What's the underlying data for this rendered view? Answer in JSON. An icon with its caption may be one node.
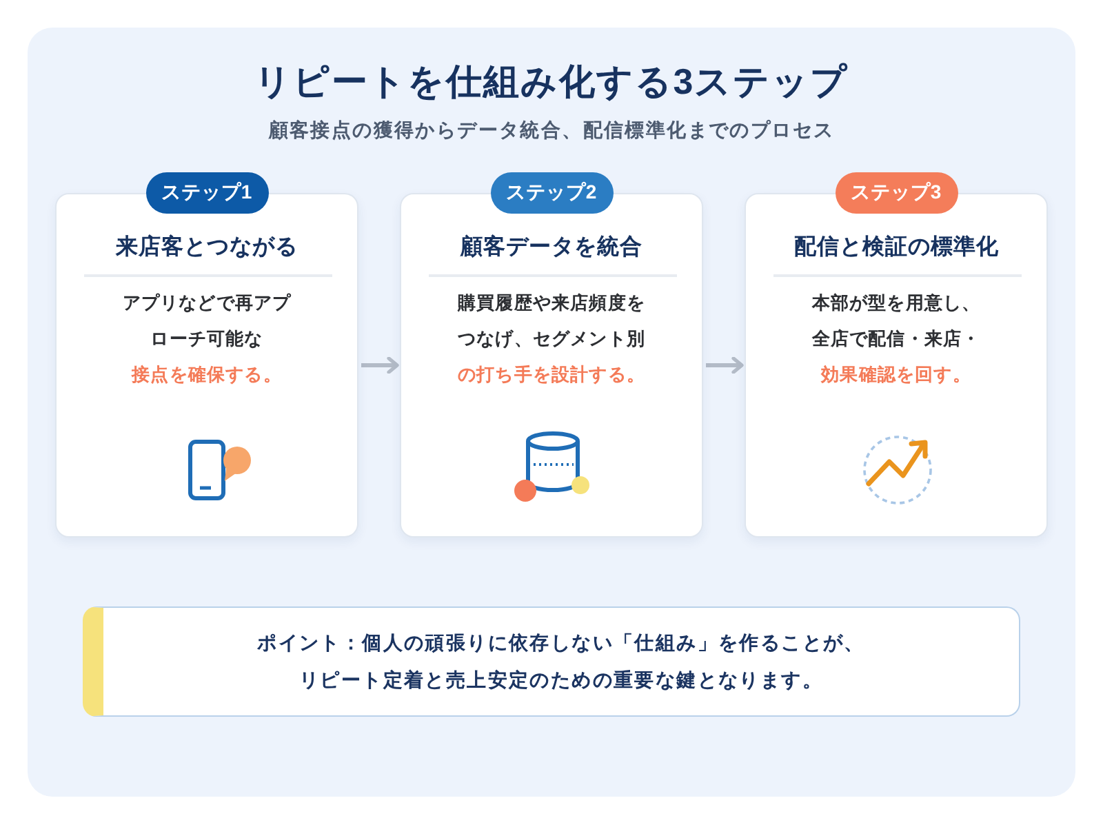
{
  "diagram": {
    "title": "リピートを仕組み化する3ステップ",
    "nodes": [
      {
        "text": [
          "ステップ1"
        ]
      },
      {
        "text": [
          "来店客とつながる",
          "アプリなどで再アプローチ可能な",
          "接点を確保する。"
        ]
      },
      {
        "text": [
          "ステップ2"
        ]
      },
      {
        "text": [
          "顧客データを統合",
          "購買履歴や来店頻度をつなげ、セグメント別",
          "の打ち手を設計する。"
        ]
      },
      {
        "text": [
          "ステップ3"
        ]
      },
      {
        "text": [
          "配信と検証の標準化",
          "本部が型を用意し、全店で配信・来店・",
          "効果確認を回す。"
        ]
      },
      {
        "text": [
          "ポイント：個人の頑張りに依存しない「仕組み」を作ることが、リピート定着と売上安定のための重要な鍵となります。"
        ]
      }
    ],
    "edges": [
      {
        "from": 1,
        "to": 3,
        "arrow": "to"
      },
      {
        "from": 3,
        "to": 5,
        "arrow": "to"
      }
    ],
    "labels": [
      "顧客接点の獲得からデータ統合、配信標準化までのプロセス"
    ]
  }
}
